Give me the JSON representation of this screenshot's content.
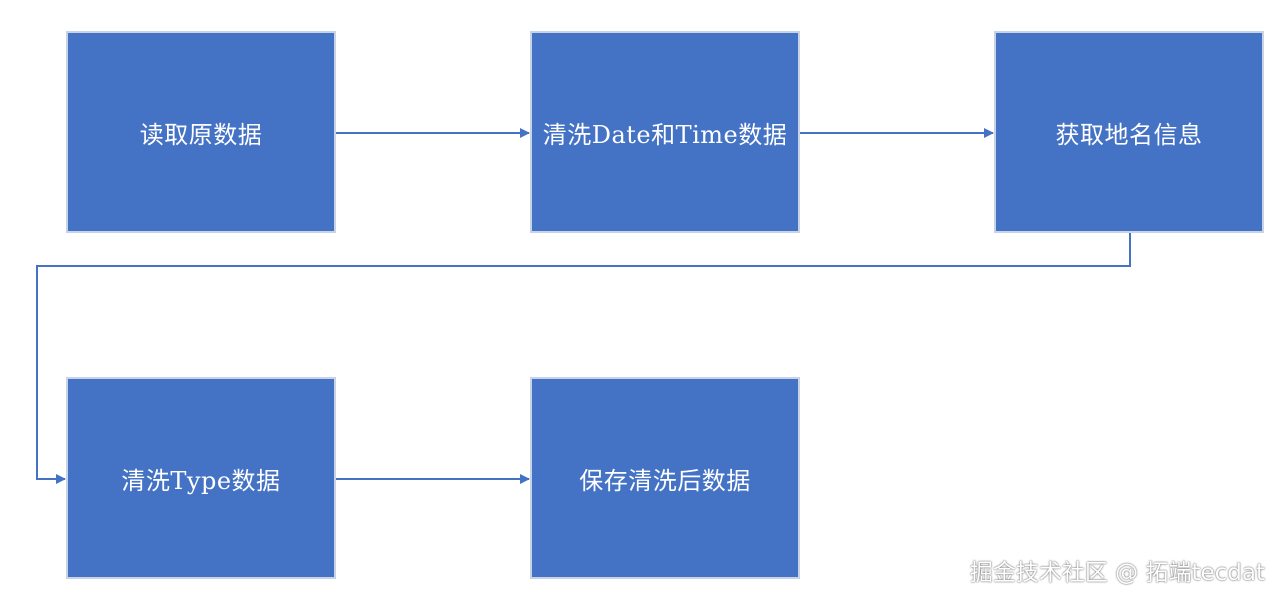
{
  "nodes": {
    "read_raw": "读取原数据",
    "clean_datetime": "清洗Date和Time数据",
    "get_place_names": "获取地名信息",
    "clean_type": "清洗Type数据",
    "save_cleaned": "保存清洗后数据"
  },
  "watermark": "掘金技术社区 @ 拓端tecdat",
  "colors": {
    "box_fill": "#4472c4",
    "box_border": "#c9d3e8",
    "connector": "#4472c4",
    "text": "#ffffff"
  }
}
